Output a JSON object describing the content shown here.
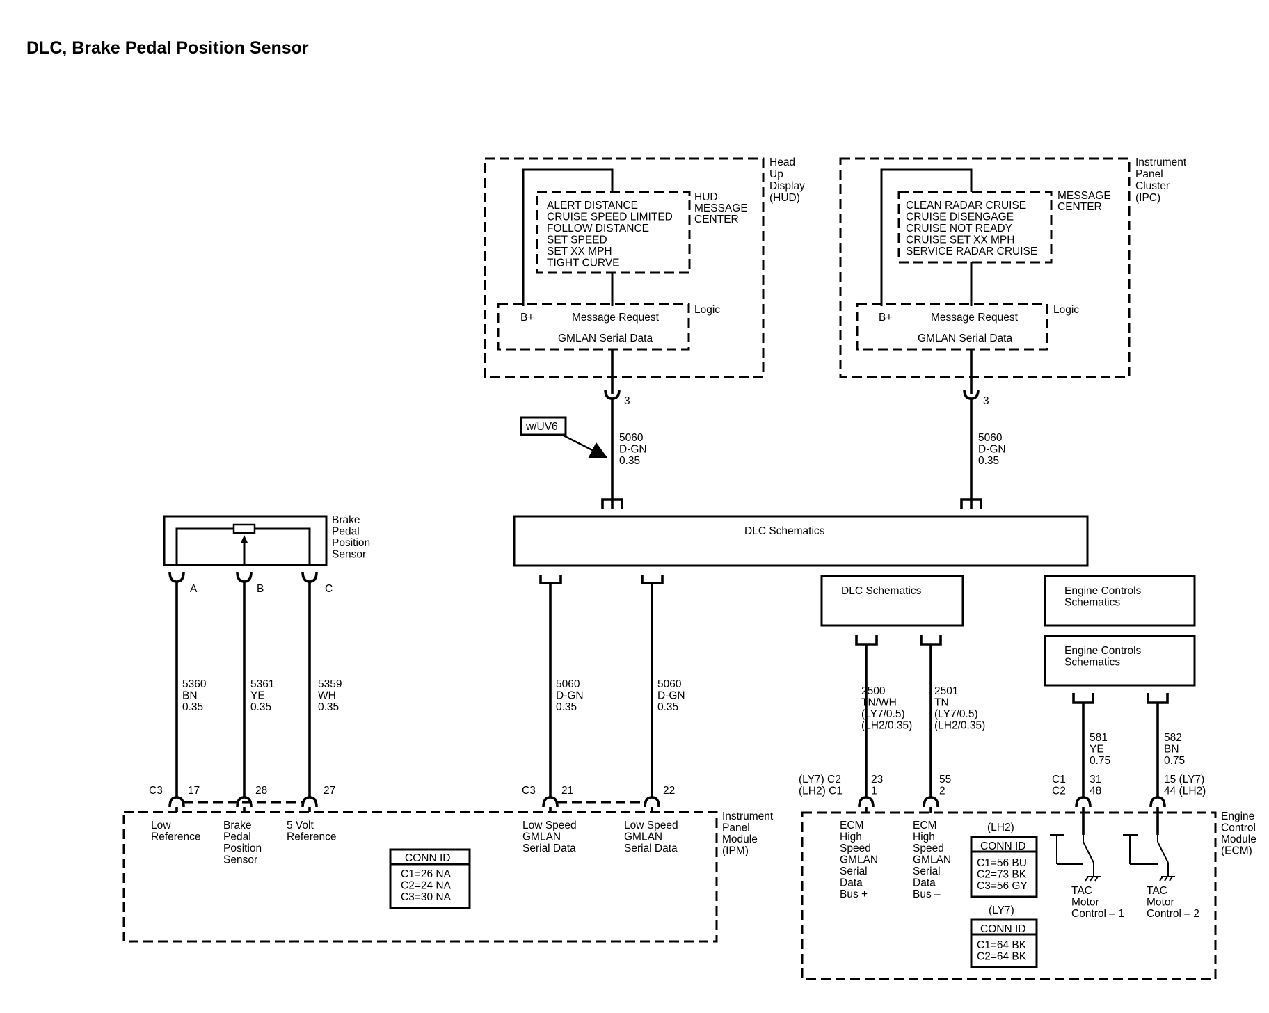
{
  "title": "DLC, Brake Pedal Position Sensor",
  "hud": {
    "module_name": [
      "Head",
      "Up",
      "Display",
      "(HUD)"
    ],
    "message_center_label": [
      "HUD",
      "MESSAGE",
      "CENTER"
    ],
    "messages": [
      "ALERT DISTANCE",
      "CRUISE SPEED LIMITED",
      "FOLLOW DISTANCE",
      "SET SPEED",
      "SET XX MPH",
      "TIGHT CURVE"
    ],
    "logic_label": "Logic",
    "bplus": "B+",
    "message_request": "Message Request",
    "gmlan": "GMLAN Serial Data",
    "pin": "3",
    "wire": [
      "5060",
      "D-GN",
      "0.35"
    ],
    "option_tag": "w/UV6"
  },
  "ipc": {
    "module_name": [
      "Instrument",
      "Panel",
      "Cluster",
      "(IPC)"
    ],
    "message_center_label": [
      "MESSAGE",
      "CENTER"
    ],
    "messages": [
      "CLEAN RADAR CRUISE",
      "CRUISE DISENGAGE",
      "CRUISE NOT READY",
      "CRUISE SET XX MPH",
      "SERVICE RADAR CRUISE"
    ],
    "logic_label": "Logic",
    "bplus": "B+",
    "message_request": "Message Request",
    "gmlan": "GMLAN Serial Data",
    "pin": "3",
    "wire": [
      "5060",
      "D-GN",
      "0.35"
    ]
  },
  "dlc_main": {
    "label": "DLC Schematics"
  },
  "bpps": {
    "name": [
      "Brake",
      "Pedal",
      "Position",
      "Sensor"
    ],
    "pins": [
      "A",
      "B",
      "C"
    ]
  },
  "wires_ipm": [
    {
      "lines": [
        "5360",
        "BN",
        "0.35"
      ]
    },
    {
      "lines": [
        "5361",
        "YE",
        "0.35"
      ]
    },
    {
      "lines": [
        "5359",
        "WH",
        "0.35"
      ]
    },
    {
      "lines": [
        "5060",
        "D-GN",
        "0.35"
      ]
    },
    {
      "lines": [
        "5060",
        "D-GN",
        "0.35"
      ]
    }
  ],
  "ipm": {
    "module_name": [
      "Instrument",
      "Panel",
      "Module",
      "(IPM)"
    ],
    "connector": "C3",
    "pins": [
      "17",
      "28",
      "27",
      "21",
      "22"
    ],
    "connector2": "C3",
    "labels": [
      [
        "Low",
        "Reference"
      ],
      [
        "Brake",
        "Pedal",
        "Position",
        "Sensor"
      ],
      [
        "5 Volt",
        "Reference"
      ],
      [
        "Low Speed",
        "GMLAN",
        "Serial Data"
      ],
      [
        "Low Speed",
        "GMLAN",
        "Serial Data"
      ]
    ],
    "conn_id_title": "CONN ID",
    "conn_id": [
      "C1=26 NA",
      "C2=24 NA",
      "C3=30 NA"
    ]
  },
  "dlc_small": {
    "label": "DLC Schematics"
  },
  "ecs_top": {
    "label": [
      "Engine Controls",
      "Schematics"
    ]
  },
  "ecs_bottom": {
    "label": [
      "Engine Controls",
      "Schematics"
    ]
  },
  "wires_ecm": [
    {
      "lines": [
        "2500",
        "TN/WH",
        "(LY7/0.5)",
        "(LH2/0.35)"
      ]
    },
    {
      "lines": [
        "2501",
        "TN",
        "(LY7/0.5)",
        "(LH2/0.35)"
      ]
    },
    {
      "lines": [
        "581",
        "YE",
        "0.75"
      ]
    },
    {
      "lines": [
        "582",
        "BN",
        "0.75"
      ]
    }
  ],
  "ecm": {
    "module_name": [
      "Engine",
      "Control",
      "Module",
      "(ECM)"
    ],
    "conn_left": [
      "(LY7) C2",
      "(LH2) C1"
    ],
    "pins_a": [
      "23",
      "1"
    ],
    "pins_b": [
      "55",
      "2"
    ],
    "conn_right": [
      "C1",
      "C2"
    ],
    "pins_c": [
      "31",
      "48"
    ],
    "pins_d": [
      "15 (LY7)",
      "44 (LH2)"
    ],
    "labels": [
      [
        "ECM",
        "High",
        "Speed",
        "GMLAN",
        "Serial",
        "Data",
        "Bus +"
      ],
      [
        "ECM",
        "High",
        "Speed",
        "GMLAN",
        "Serial",
        "Data",
        "Bus –"
      ],
      [
        "TAC",
        "Motor",
        "Control – 1"
      ],
      [
        "TAC",
        "Motor",
        "Control – 2"
      ]
    ],
    "lh2_label": "(LH2)",
    "lh2_title": "CONN ID",
    "lh2_ids": [
      "C1=56 BU",
      "C2=73 BK",
      "C3=56 GY"
    ],
    "ly7_label": "(LY7)",
    "ly7_title": "CONN ID",
    "ly7_ids": [
      "C1=64 BK",
      "C2=64 BK"
    ]
  }
}
